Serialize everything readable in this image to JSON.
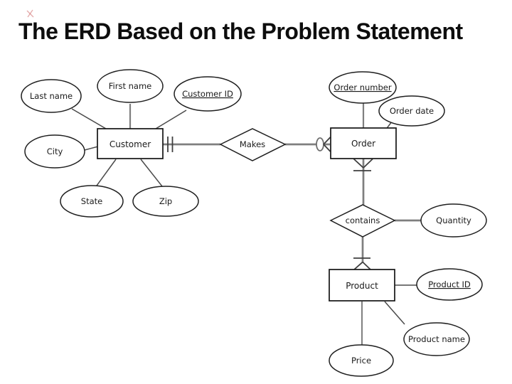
{
  "slide": {
    "title": "The ERD Based on the Problem Statement"
  },
  "diagram": {
    "type": "entity-relationship-diagram",
    "entities": [
      {
        "id": "customer",
        "label": "Customer"
      },
      {
        "id": "order",
        "label": "Order"
      },
      {
        "id": "product",
        "label": "Product"
      }
    ],
    "relationships": [
      {
        "id": "makes",
        "label": "Makes",
        "from": "Customer",
        "to": "Order",
        "from_cardinality": "one-and-only-one",
        "to_cardinality": "zero-or-many"
      },
      {
        "id": "contains",
        "label": "contains",
        "from": "Order",
        "to": "Product",
        "from_cardinality": "one-or-many",
        "to_cardinality": "one-or-many"
      }
    ],
    "attributes": [
      {
        "id": "last-name",
        "label": "Last name",
        "entity": "Customer",
        "primary_key": false
      },
      {
        "id": "first-name",
        "label": "First name",
        "entity": "Customer",
        "primary_key": false
      },
      {
        "id": "customer-id",
        "label": "Customer ID",
        "entity": "Customer",
        "primary_key": true
      },
      {
        "id": "city",
        "label": "City",
        "entity": "Customer",
        "primary_key": false
      },
      {
        "id": "state",
        "label": "State",
        "entity": "Customer",
        "primary_key": false
      },
      {
        "id": "zip",
        "label": "Zip",
        "entity": "Customer",
        "primary_key": false
      },
      {
        "id": "order-number",
        "label": "Order number",
        "entity": "Order",
        "primary_key": true
      },
      {
        "id": "order-date",
        "label": "Order date",
        "entity": "Order",
        "primary_key": false
      },
      {
        "id": "quantity",
        "label": "Quantity",
        "entity": "contains",
        "primary_key": false
      },
      {
        "id": "product-id",
        "label": "Product ID",
        "entity": "Product",
        "primary_key": true
      },
      {
        "id": "product-name",
        "label": "Product name",
        "entity": "Product",
        "primary_key": false
      },
      {
        "id": "price",
        "label": "Price",
        "entity": "Product",
        "primary_key": false
      }
    ],
    "colors": {
      "relationship_line": "#7f7f7f",
      "attribute_line": "#4a4a4a",
      "shape_outline": "#1f1f1f",
      "text": "#1a1a1a",
      "accent_artifact": "#cf6b6b"
    }
  }
}
